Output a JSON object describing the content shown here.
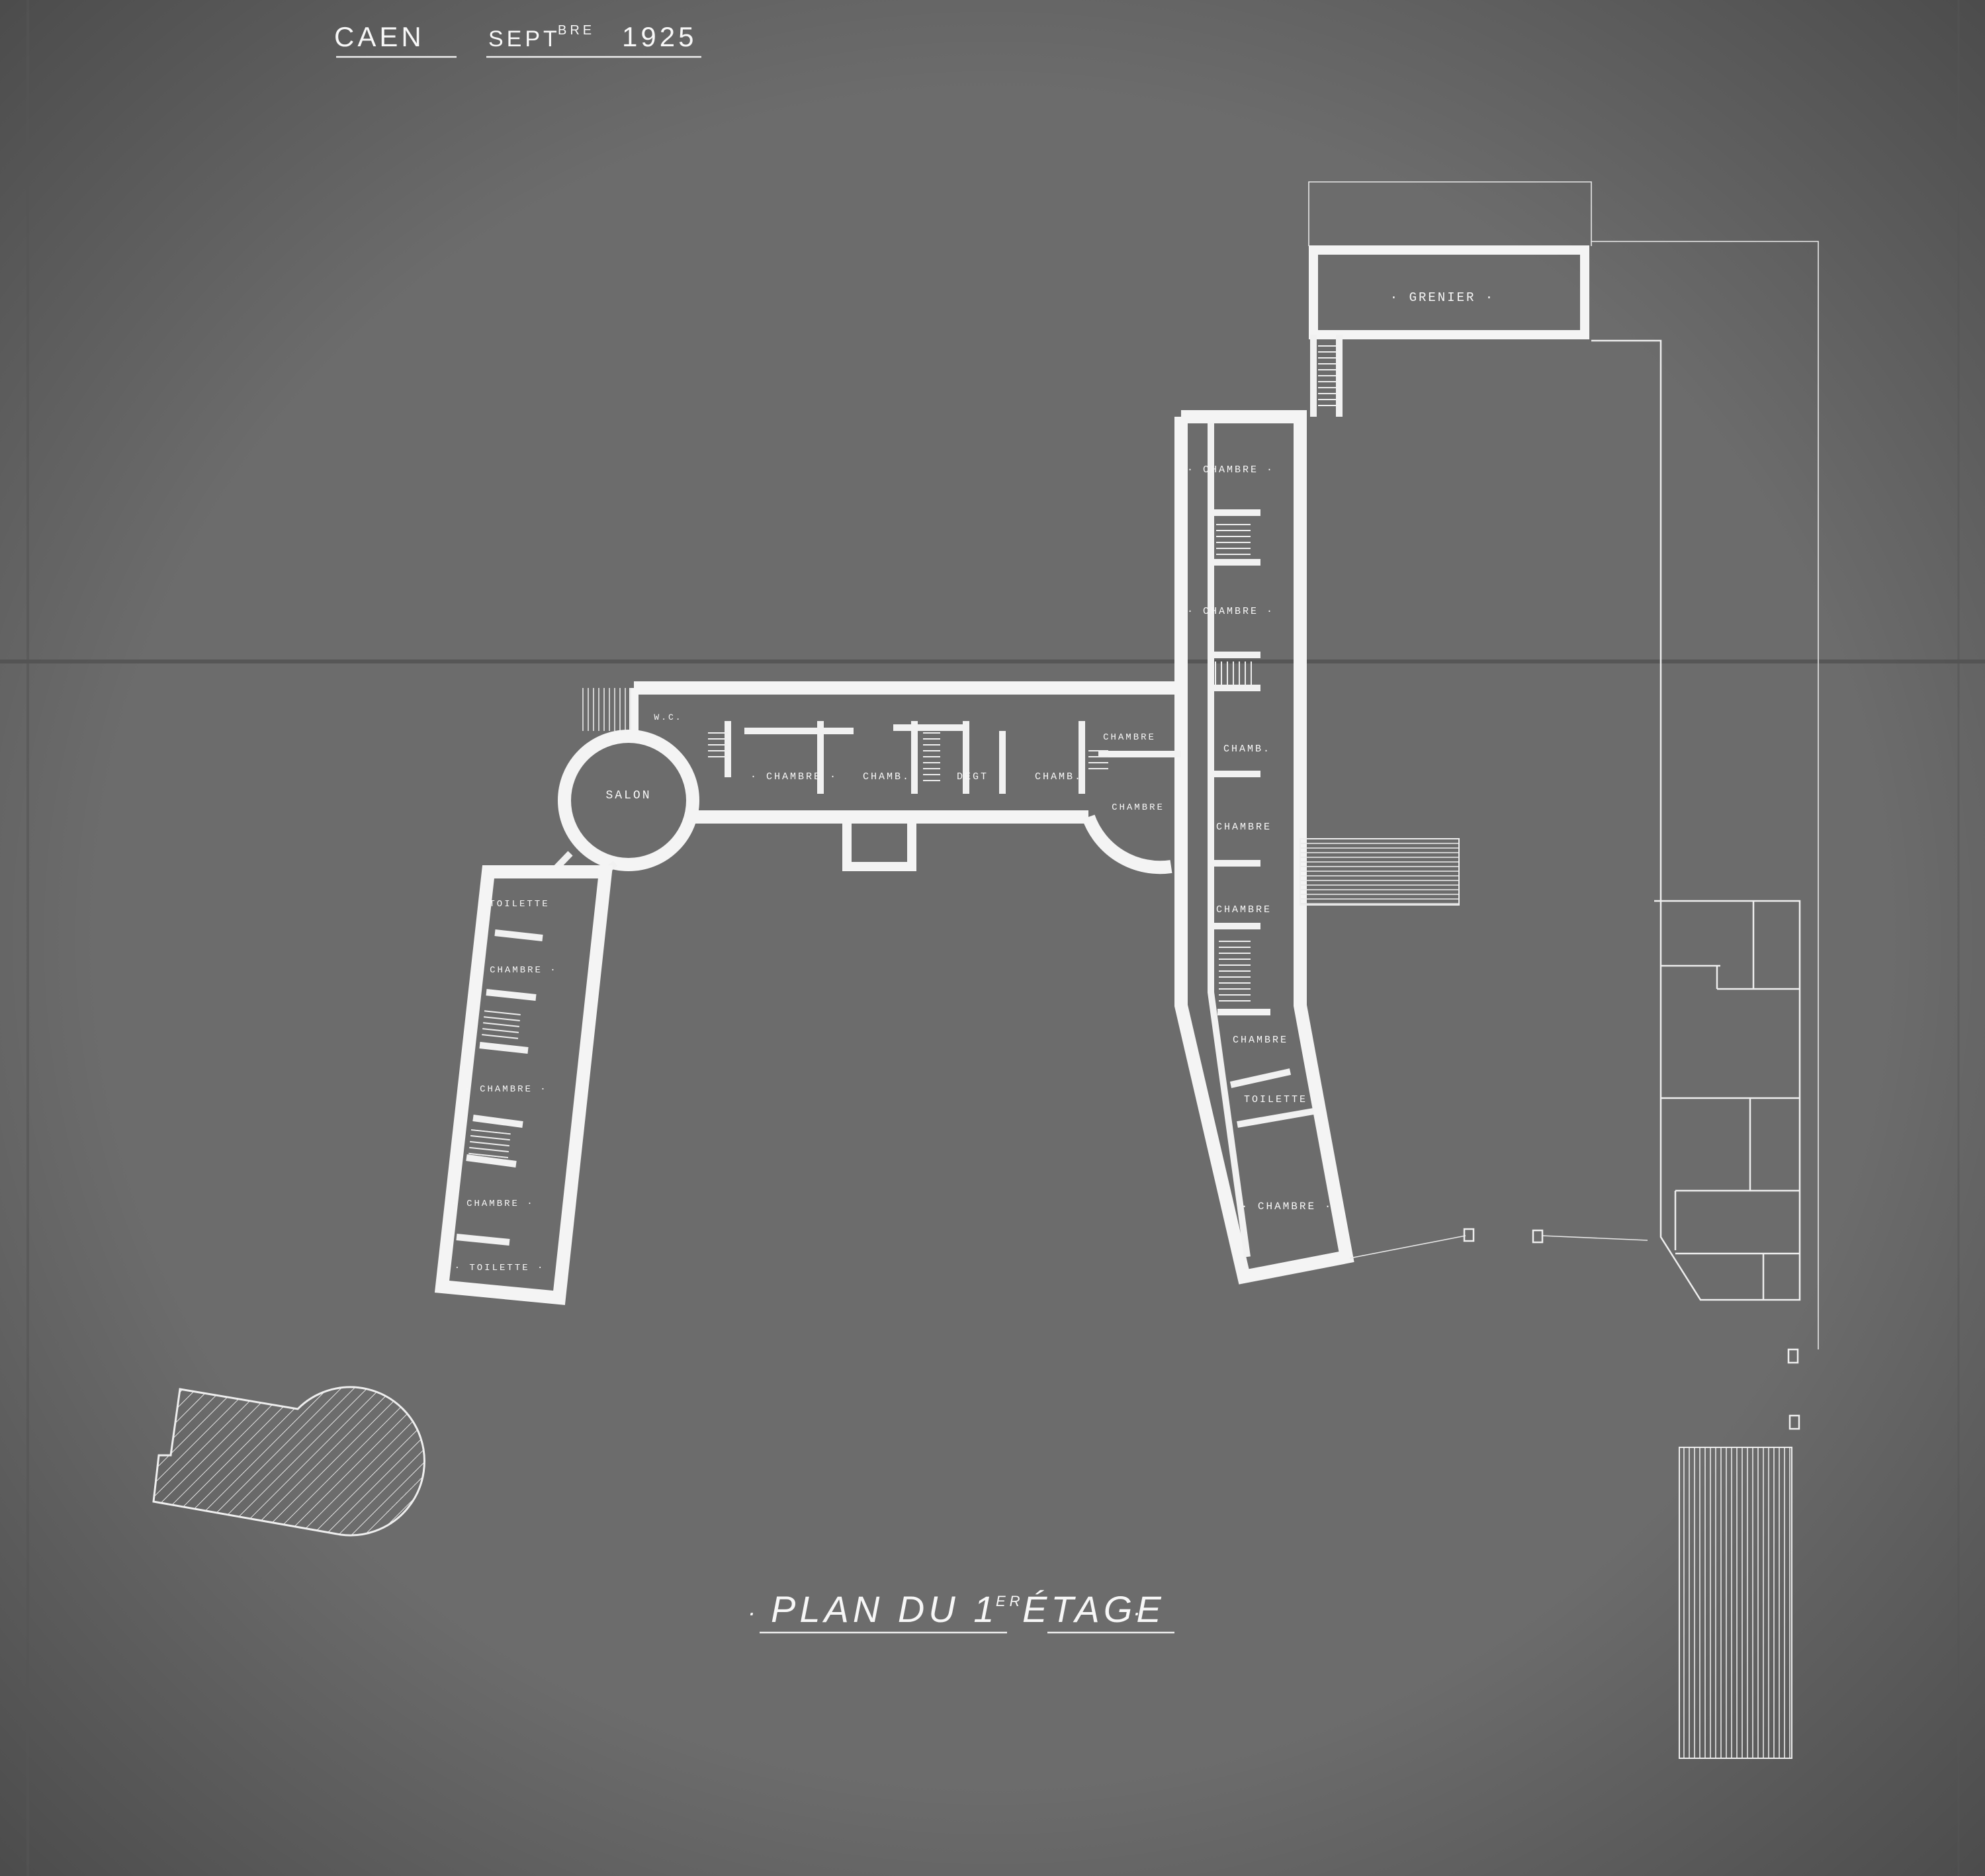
{
  "caption": {
    "city": "CAEN",
    "month": "SEPT",
    "month_suffix": "BRE",
    "year": "1925"
  },
  "title": {
    "prefix": "·",
    "text": "PLAN DU 1",
    "superscript": "ER",
    "text_end": " ÉTAGE",
    "suffix": "·"
  },
  "rooms": {
    "grenier": "· GRENIER ·",
    "salon": "SALON",
    "wc": "W.C.",
    "central_chambre": "· CHAMBRE ·",
    "central_chamb": "CHAMB.",
    "central_degt": "DEGT",
    "central_chamb_2": "CHAMB.",
    "corner_chambre_top": "CHAMBRE",
    "corner_chambre_bottom": "CHAMBRE",
    "right_chambre_1": "· CHAMBRE ·",
    "right_chambre_2": "· CHAMBRE ·",
    "right_chamb": "CHAMB.",
    "right_chambre_3": "CHAMBRE",
    "right_chambre_4": "CHAMBRE",
    "right_chambre_5": "CHAMBRE",
    "right_toilette": "TOILETTE",
    "right_chambre_6": "· CHAMBRE ·",
    "left_toilette_top": "TOILETTE",
    "left_chambre_1": "· CHAMBRE ·",
    "left_chambre_2": "· CHAMBRE ·",
    "left_chambre_3": "· CHAMBRE ·",
    "left_toilette_bottom": "· TOILETTE ·"
  },
  "colors": {
    "paper": "#6c6c6c",
    "ink": "#f4f4f4"
  }
}
